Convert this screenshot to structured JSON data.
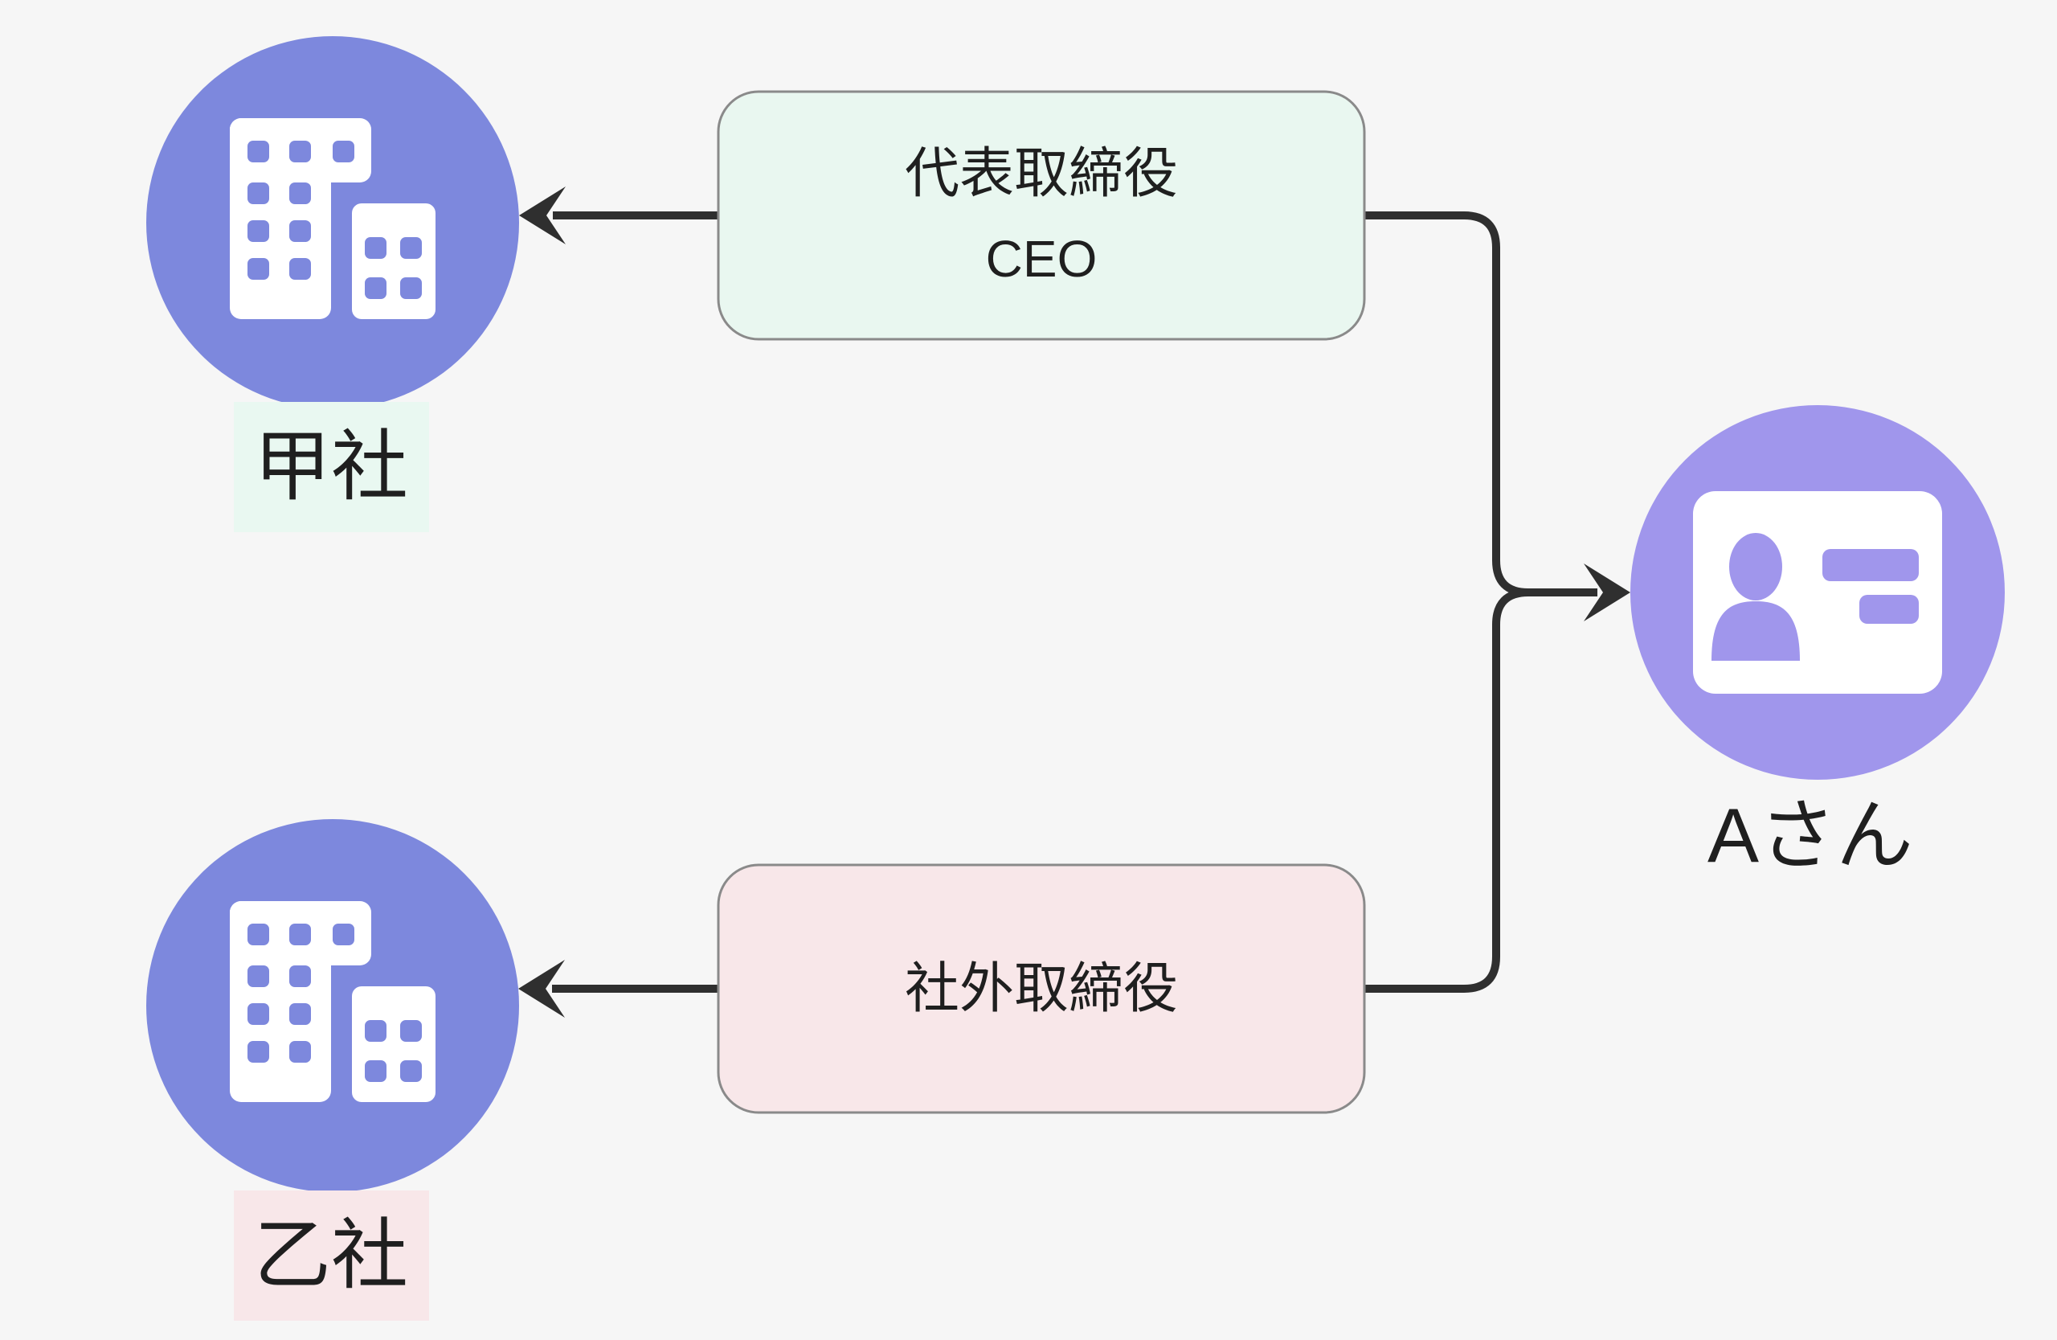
{
  "diagram": {
    "background": "#f6f6f6",
    "edge_color": "#2f2f2f",
    "text_color": "#1f1f1f",
    "nodes": {
      "company_kou": {
        "label": "甲社",
        "circle_color": "#7d88dd",
        "icon": "buildings-icon",
        "icon_color": "#ffffff",
        "label_bg": "#e9f8f1"
      },
      "company_otsu": {
        "label": "乙社",
        "circle_color": "#7d88dd",
        "icon": "buildings-icon",
        "icon_color": "#ffffff",
        "label_bg": "#f8e7e9"
      },
      "person_a": {
        "label": "Aさん",
        "circle_color": "#a096ec",
        "icon": "id-card-icon",
        "icon_color": "#ffffff"
      }
    },
    "edge_labels": {
      "ceo_box": {
        "line1": "代表取締役",
        "line2": "CEO",
        "bg": "#e9f7f0",
        "border": "#8a8a8a"
      },
      "outside_director_box": {
        "line1": "社外取締役",
        "bg": "#f8e7e9",
        "border": "#8a8a8a"
      }
    }
  }
}
